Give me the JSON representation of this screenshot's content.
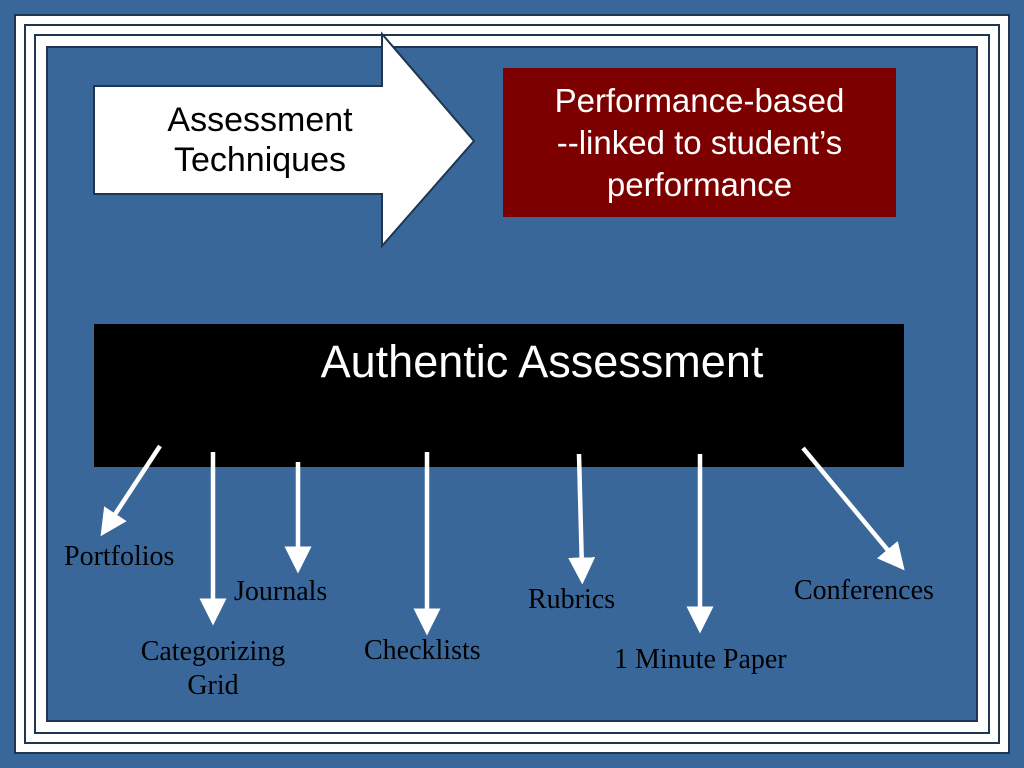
{
  "slide": {
    "arrow_shape": {
      "label_line1": "Assessment",
      "label_line2": "Techniques"
    },
    "definition_box": {
      "line1": "Performance-based",
      "line2": "--linked to student’s",
      "line3": "performance",
      "color": "#7d0000"
    },
    "main_box": {
      "title": "Authentic Assessment",
      "color": "#000000"
    },
    "techniques": [
      {
        "label": "Portfolios"
      },
      {
        "label": "Journals"
      },
      {
        "label_line1": "Categorizing",
        "label_line2": "Grid"
      },
      {
        "label": "Checklists"
      },
      {
        "label": "Rubrics"
      },
      {
        "label": "1 Minute Paper"
      },
      {
        "label": "Conferences"
      }
    ],
    "colors": {
      "background": "#3a679a",
      "frame": "#ffffff",
      "arrow": "#ffffff"
    }
  }
}
